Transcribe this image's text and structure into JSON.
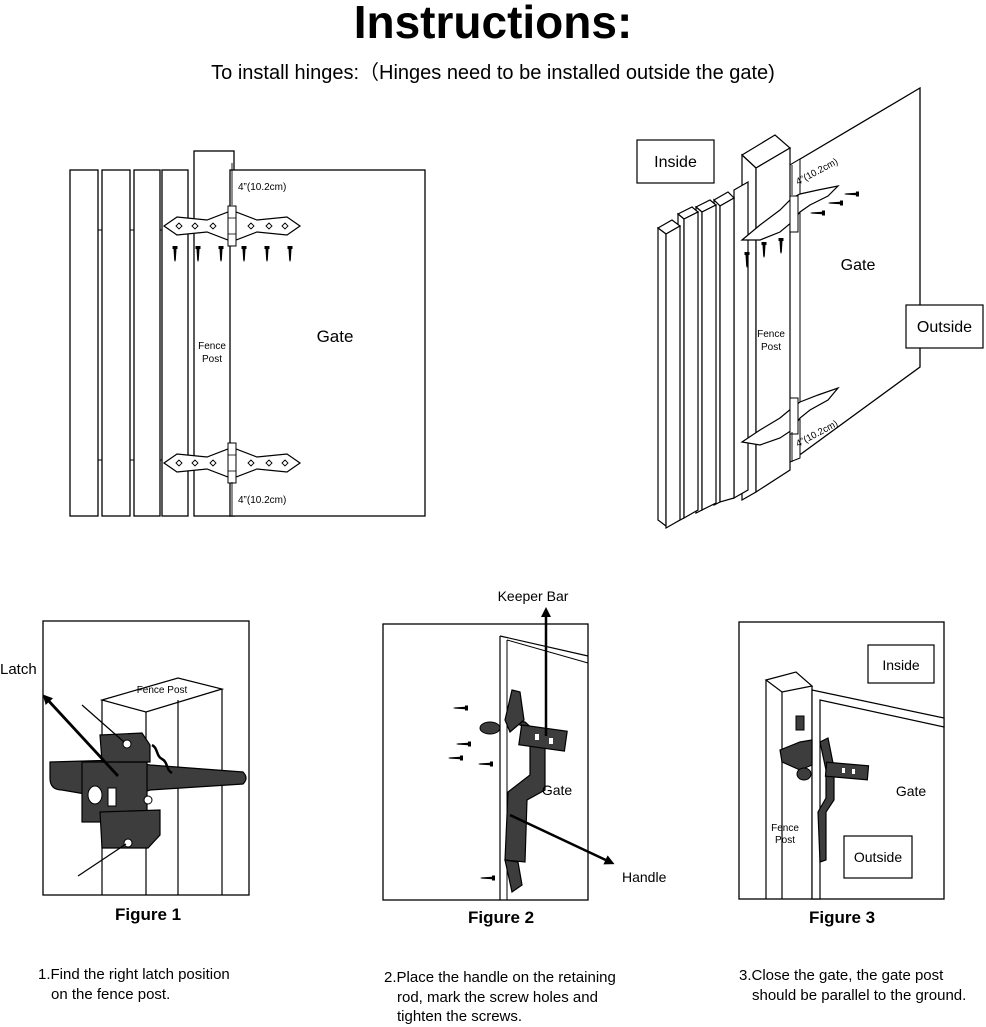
{
  "title": "Instructions:",
  "subtitle": "To install hinges:（Hinges need to be installed outside the gate)",
  "diagram_front": {
    "measure_top": "4”(10.2cm)",
    "measure_bottom": "4”(10.2cm)",
    "fence_post_line1": "Fence",
    "fence_post_line2": "Post",
    "gate": "Gate"
  },
  "diagram_perspective": {
    "inside": "Inside",
    "outside": "Outside",
    "gate": "Gate",
    "measure_top": "4”(10.2cm)",
    "measure_bottom": "4”(10.2cm)",
    "fence_post_line1": "Fence",
    "fence_post_line2": "Post"
  },
  "figure1": {
    "caption": "Figure 1",
    "latch": "Latch",
    "fence_post": "Fence Post"
  },
  "figure2": {
    "caption": "Figure 2",
    "keeper_bar": "Keeper Bar",
    "gate": "Gate",
    "handle": "Handle"
  },
  "figure3": {
    "caption": "Figure 3",
    "inside": "Inside",
    "gate": "Gate",
    "fence_post_line1": "Fence",
    "fence_post_line2": "Post",
    "outside": "Outside"
  },
  "steps": [
    {
      "line1": "1.Find the right latch position",
      "line2": "on the fence post.",
      "line3": ""
    },
    {
      "line1": "2.Place the handle on the retaining",
      "line2": "rod, mark the screw holes and",
      "line3": "tighten the screws."
    },
    {
      "line1": "3.Close the gate, the gate post",
      "line2": "should be parallel to the ground.",
      "line3": ""
    }
  ]
}
